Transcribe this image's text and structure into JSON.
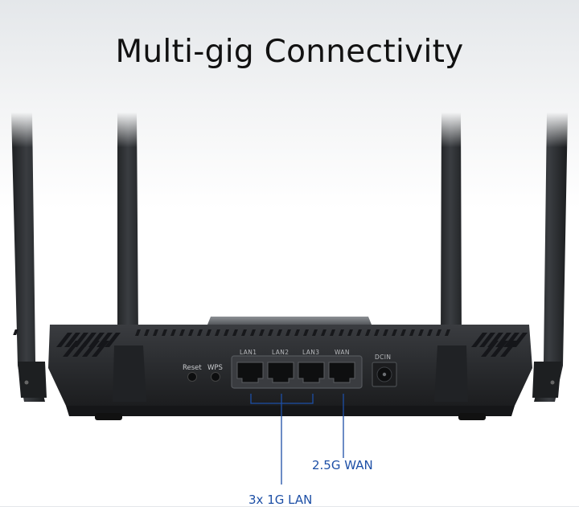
{
  "headline": "Multi-gig Connectivity",
  "router": {
    "buttons": {
      "reset": "Reset",
      "wps": "WPS"
    },
    "ports": [
      "LAN1",
      "LAN2",
      "LAN3",
      "WAN"
    ],
    "power_label": "DCIN"
  },
  "callouts": {
    "wan": "2.5G WAN",
    "lan": "3x 1G LAN"
  },
  "colors": {
    "accent": "#1d4fa6",
    "router_body": "#2b2d30",
    "background": "#ffffff"
  }
}
